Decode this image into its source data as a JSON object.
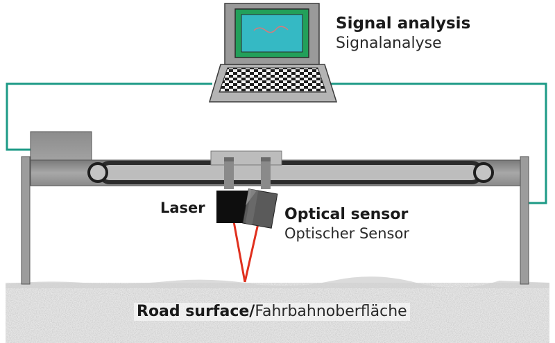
{
  "labels": {
    "signal_analysis_en": "Signal analysis",
    "signal_analysis_de": "Signalanalyse",
    "laser": "Laser",
    "optical_sensor_en": "Optical sensor",
    "optical_sensor_de": "Optischer Sensor",
    "road_surface_en": "Road surface",
    "road_surface_separator": "/",
    "road_surface_de": "Fahrbahnoberfläche"
  },
  "colors": {
    "cable": "#1c9a86",
    "laser_beam": "#e0301e",
    "screen_frame": "#22a05a",
    "screen_display": "#35b9c4"
  }
}
